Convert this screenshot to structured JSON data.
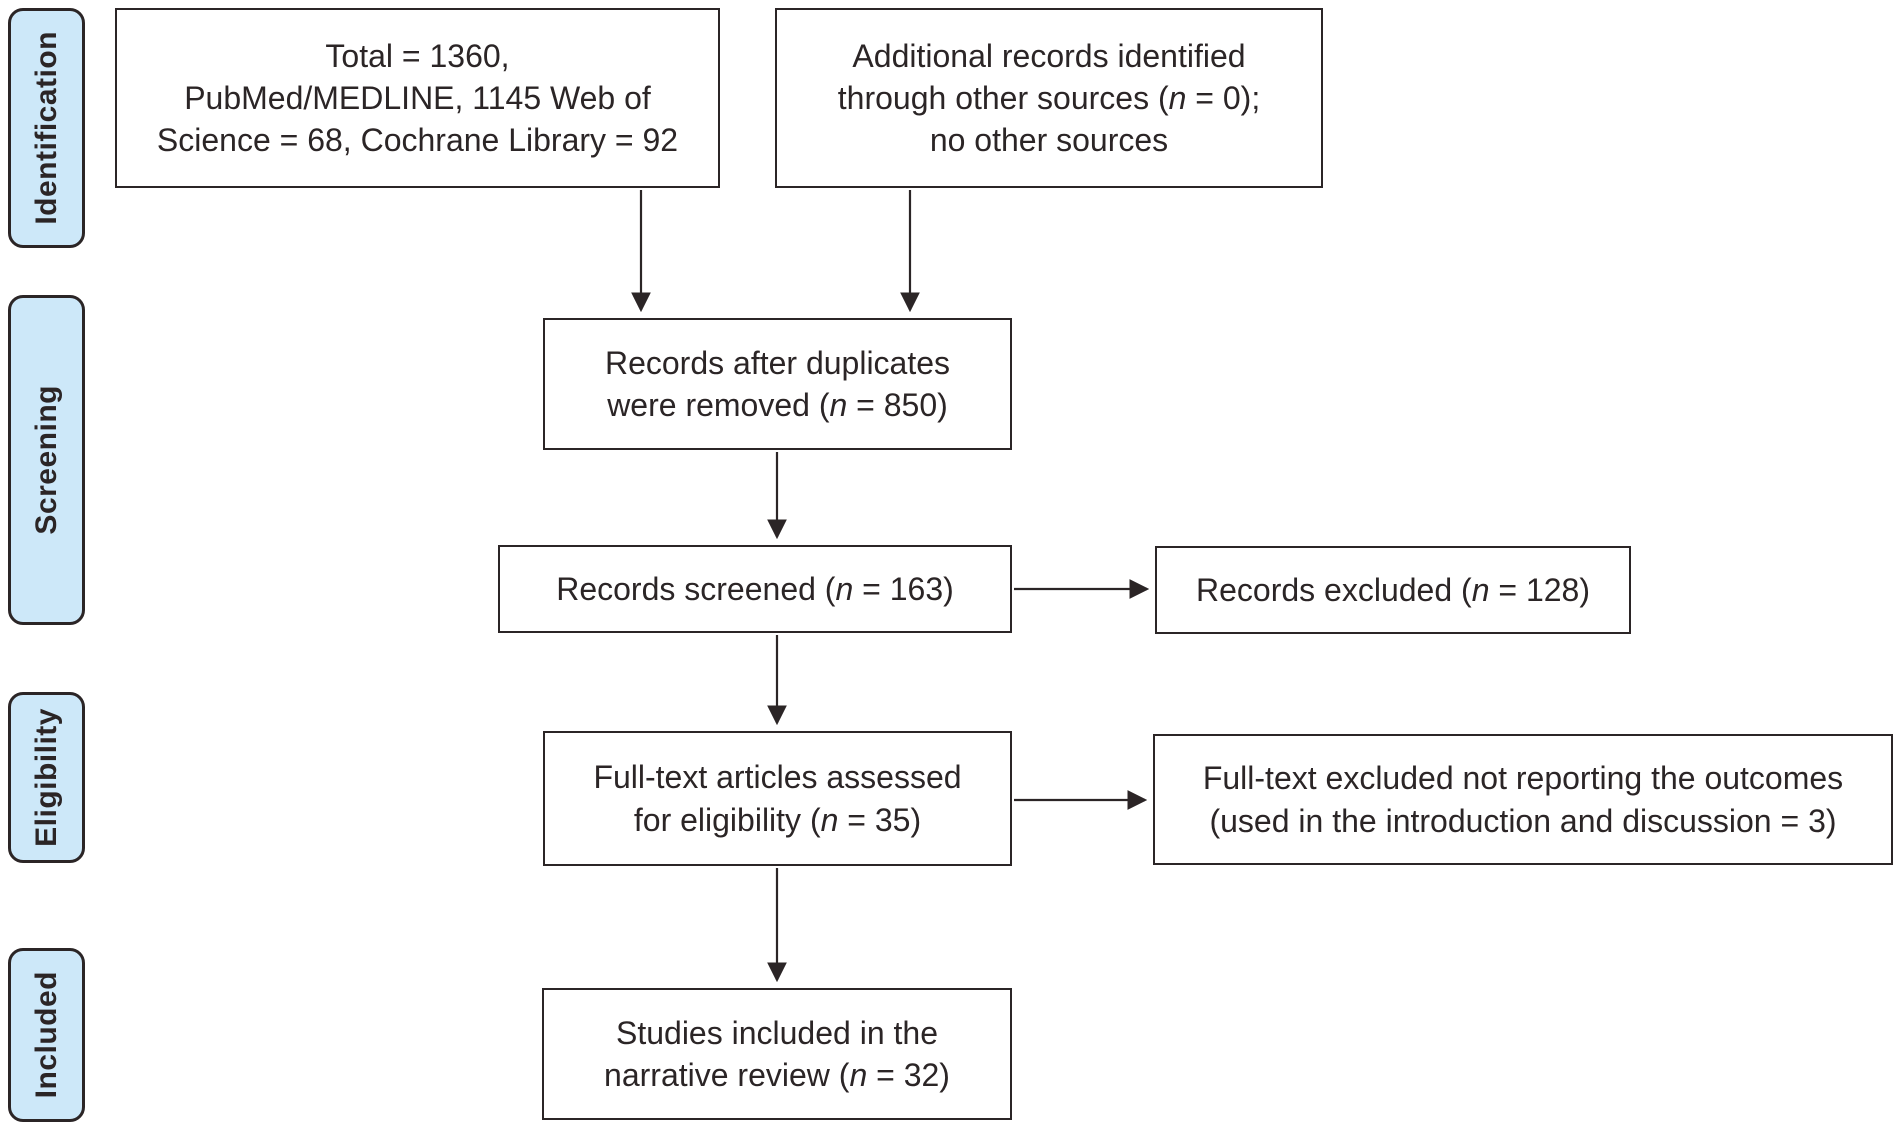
{
  "diagram": {
    "title": "PRISMA study selection flow diagram",
    "colors": {
      "stage_fill": "#cde8f9",
      "ink": "#2b2526",
      "box_fill": "#ffffff"
    },
    "stages": {
      "identification": {
        "label": "Identification"
      },
      "screening": {
        "label": "Screening"
      },
      "eligibility": {
        "label": "Eligibility"
      },
      "included": {
        "label": "Included"
      }
    },
    "boxes": {
      "records_identified": {
        "lines": [
          [
            "Total = 1360,"
          ],
          [
            "PubMed/MEDLINE, 1145 Web of"
          ],
          [
            "Science = 68, Cochrane Library = 92"
          ]
        ]
      },
      "additional_records": {
        "lines": [
          [
            "Additional records identified"
          ],
          [
            "through other sources (",
            {
              "i": "n"
            },
            " = 0);"
          ],
          [
            "no other sources"
          ]
        ]
      },
      "after_duplicates": {
        "lines": [
          [
            "Records after duplicates"
          ],
          [
            "were removed (",
            {
              "i": "n"
            },
            " = 850)"
          ]
        ]
      },
      "records_screened": {
        "lines": [
          [
            "Records screened (",
            {
              "i": "n"
            },
            " = 163)"
          ]
        ]
      },
      "records_excluded": {
        "lines": [
          [
            "Records excluded (",
            {
              "i": "n"
            },
            " = 128)"
          ]
        ]
      },
      "fulltext_assessed": {
        "lines": [
          [
            "Full-text articles assessed"
          ],
          [
            "for eligibility (",
            {
              "i": "n"
            },
            " = 35)"
          ]
        ]
      },
      "fulltext_excluded": {
        "lines": [
          [
            "Full-text excluded not reporting the outcomes"
          ],
          [
            "(used in the introduction and discussion = 3)"
          ]
        ]
      },
      "studies_included": {
        "lines": [
          [
            "Studies included in the"
          ],
          [
            "narrative review (",
            {
              "i": "n"
            },
            " = 32)"
          ]
        ]
      }
    }
  }
}
